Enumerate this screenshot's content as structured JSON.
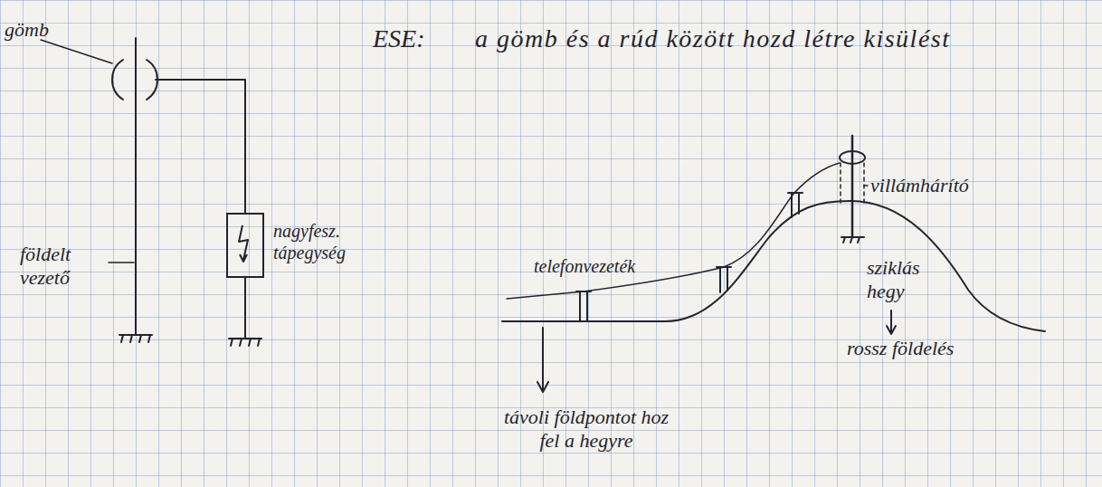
{
  "diagram": {
    "nodes": [
      {
        "text": [
          "nagyfesz. tápegység"
        ]
      }
    ],
    "labels": [
      "gömb",
      "ESE:",
      "a gömb és a rúd között hozd létre kisülést",
      "földelt vezető",
      "villámhárító",
      "telefonvezeték",
      "sziklás hegy",
      "rossz földelés",
      "távoli földpontot hoz fel a hegyre"
    ]
  }
}
